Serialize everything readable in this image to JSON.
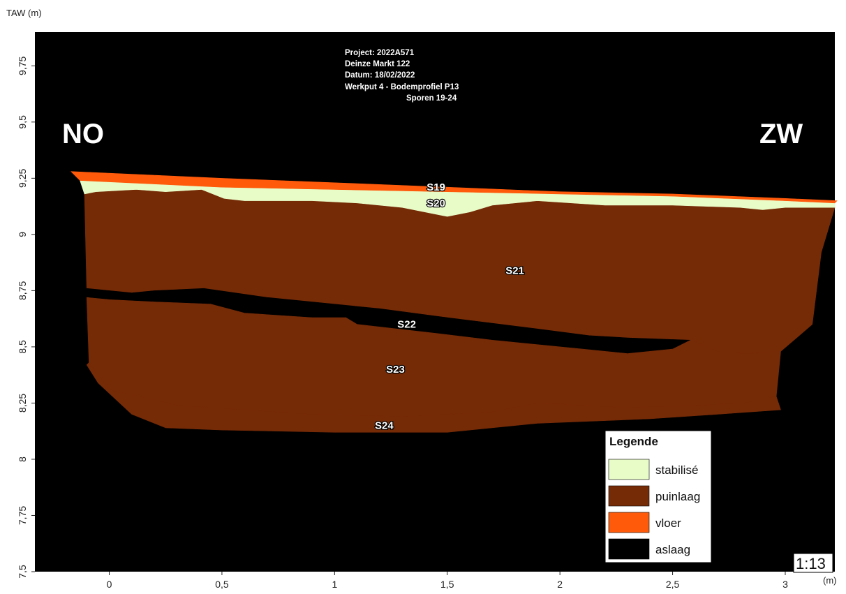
{
  "axes": {
    "y_unit": "TAW (m)",
    "x_unit": "(m)",
    "x_range": [
      -0.33,
      3.22
    ],
    "y_range": [
      7.5,
      9.9
    ],
    "y_ticks": [
      {
        "value": 7.5,
        "label": "7,5"
      },
      {
        "value": 7.75,
        "label": "7,75"
      },
      {
        "value": 8.0,
        "label": "8"
      },
      {
        "value": 8.25,
        "label": "8,25"
      },
      {
        "value": 8.5,
        "label": "8,5"
      },
      {
        "value": 8.75,
        "label": "8,75"
      },
      {
        "value": 9.0,
        "label": "9"
      },
      {
        "value": 9.25,
        "label": "9,25"
      },
      {
        "value": 9.5,
        "label": "9,5"
      },
      {
        "value": 9.75,
        "label": "9,75"
      }
    ],
    "x_ticks": [
      {
        "value": 0,
        "label": "0"
      },
      {
        "value": 0.5,
        "label": "0,5"
      },
      {
        "value": 1.0,
        "label": "1"
      },
      {
        "value": 1.5,
        "label": "1,5"
      },
      {
        "value": 2.0,
        "label": "2"
      },
      {
        "value": 2.5,
        "label": "2,5"
      },
      {
        "value": 3.0,
        "label": "3"
      }
    ]
  },
  "info": {
    "project": "Project: 2022A571",
    "location": "Deinze Markt 122",
    "date": "Datum: 18/02/2022",
    "section": "Werkput 4 - Bodemprofiel P13",
    "features": "Sporen 19-24"
  },
  "orientation": {
    "left": "NO",
    "right": "ZW"
  },
  "scale": "1:13",
  "colors": {
    "background": "#000000",
    "stabilise": "#e8fcc8",
    "puinlaag": "#762b07",
    "vloer": "#ff5a0a",
    "aslaag": "#000000"
  },
  "legend": {
    "title": "Legende",
    "items": [
      {
        "label": "stabilisé",
        "color": "#e8fcc8"
      },
      {
        "label": "puinlaag",
        "color": "#762b07"
      },
      {
        "label": "vloer",
        "color": "#ff5a0a"
      },
      {
        "label": "aslaag",
        "color": "#000000"
      }
    ]
  },
  "chart_data": {
    "type": "area",
    "layers": [
      {
        "name": "S21",
        "legend": "puinlaag",
        "color": "#762b07",
        "points": [
          [
            -0.11,
            9.18
          ],
          [
            -0.06,
            9.19
          ],
          [
            0.12,
            9.2
          ],
          [
            0.25,
            9.19
          ],
          [
            0.41,
            9.2
          ],
          [
            0.51,
            9.16
          ],
          [
            0.6,
            9.15
          ],
          [
            0.9,
            9.15
          ],
          [
            1.1,
            9.14
          ],
          [
            1.3,
            9.12
          ],
          [
            1.5,
            9.08
          ],
          [
            1.6,
            9.1
          ],
          [
            1.7,
            9.13
          ],
          [
            1.9,
            9.15
          ],
          [
            2.2,
            9.13
          ],
          [
            2.5,
            9.13
          ],
          [
            2.8,
            9.12
          ],
          [
            2.9,
            9.11
          ],
          [
            3.0,
            9.12
          ],
          [
            3.22,
            9.12
          ],
          [
            3.16,
            8.92
          ],
          [
            3.12,
            8.6
          ],
          [
            2.98,
            8.48
          ],
          [
            2.83,
            8.47
          ],
          [
            2.7,
            8.48
          ],
          [
            2.58,
            8.53
          ],
          [
            2.3,
            8.54
          ],
          [
            2.13,
            8.55
          ],
          [
            1.9,
            8.58
          ],
          [
            1.5,
            8.63
          ],
          [
            1.2,
            8.67
          ],
          [
            0.7,
            8.72
          ],
          [
            0.42,
            8.76
          ],
          [
            0.2,
            8.75
          ],
          [
            0.1,
            8.74
          ],
          [
            -0.1,
            8.76
          ]
        ]
      },
      {
        "name": "S22",
        "legend": "aslaag",
        "color": "#000000",
        "points": [
          [
            -0.1,
            8.76
          ],
          [
            0.1,
            8.74
          ],
          [
            0.2,
            8.75
          ],
          [
            0.42,
            8.76
          ],
          [
            0.7,
            8.72
          ],
          [
            1.2,
            8.67
          ],
          [
            1.5,
            8.63
          ],
          [
            1.9,
            8.58
          ],
          [
            2.13,
            8.55
          ],
          [
            2.3,
            8.54
          ],
          [
            2.58,
            8.53
          ],
          [
            2.5,
            8.49
          ],
          [
            2.3,
            8.47
          ],
          [
            2.1,
            8.49
          ],
          [
            1.7,
            8.53
          ],
          [
            1.45,
            8.56
          ],
          [
            1.1,
            8.6
          ],
          [
            1.05,
            8.63
          ],
          [
            0.9,
            8.63
          ],
          [
            0.6,
            8.65
          ],
          [
            0.45,
            8.69
          ],
          [
            0.2,
            8.7
          ],
          [
            0.0,
            8.71
          ],
          [
            -0.1,
            8.72
          ]
        ]
      },
      {
        "name": "S23",
        "legend": "puinlaag",
        "color": "#762b07",
        "points": [
          [
            -0.1,
            8.72
          ],
          [
            0.0,
            8.71
          ],
          [
            0.2,
            8.7
          ],
          [
            0.45,
            8.69
          ],
          [
            0.6,
            8.65
          ],
          [
            0.9,
            8.63
          ],
          [
            1.05,
            8.63
          ],
          [
            1.1,
            8.6
          ],
          [
            1.45,
            8.56
          ],
          [
            1.7,
            8.53
          ],
          [
            2.1,
            8.49
          ],
          [
            2.3,
            8.47
          ],
          [
            2.5,
            8.49
          ],
          [
            2.58,
            8.53
          ],
          [
            2.7,
            8.48
          ],
          [
            2.83,
            8.47
          ],
          [
            2.98,
            8.48
          ],
          [
            2.96,
            8.28
          ],
          [
            2.82,
            8.25
          ],
          [
            2.6,
            8.24
          ],
          [
            2.3,
            8.23
          ],
          [
            1.9,
            8.25
          ],
          [
            1.7,
            8.21
          ],
          [
            1.3,
            8.19
          ],
          [
            0.9,
            8.2
          ],
          [
            0.6,
            8.22
          ],
          [
            0.3,
            8.24
          ],
          [
            0.0,
            8.31
          ],
          [
            -0.09,
            8.43
          ]
        ]
      },
      {
        "name": "S24",
        "legend": "puinlaag",
        "color": "#762b07",
        "points": [
          [
            -0.09,
            8.43
          ],
          [
            0.0,
            8.31
          ],
          [
            0.3,
            8.24
          ],
          [
            0.6,
            8.22
          ],
          [
            0.9,
            8.2
          ],
          [
            1.3,
            8.19
          ],
          [
            1.7,
            8.21
          ],
          [
            1.9,
            8.25
          ],
          [
            2.3,
            8.23
          ],
          [
            2.6,
            8.24
          ],
          [
            2.82,
            8.25
          ],
          [
            2.96,
            8.28
          ],
          [
            2.98,
            8.22
          ],
          [
            2.7,
            8.2
          ],
          [
            2.4,
            8.18
          ],
          [
            1.9,
            8.16
          ],
          [
            1.5,
            8.12
          ],
          [
            1.0,
            8.12
          ],
          [
            0.5,
            8.13
          ],
          [
            0.25,
            8.14
          ],
          [
            0.1,
            8.2
          ],
          [
            -0.05,
            8.34
          ],
          [
            -0.1,
            8.42
          ]
        ]
      },
      {
        "name": "S20",
        "legend": "stabilisé",
        "color": "#e8fcc8",
        "points": [
          [
            -0.13,
            9.24
          ],
          [
            0.5,
            9.21
          ],
          [
            1.0,
            9.2
          ],
          [
            1.5,
            9.19
          ],
          [
            2.0,
            9.18
          ],
          [
            2.5,
            9.17
          ],
          [
            3.0,
            9.15
          ],
          [
            3.22,
            9.14
          ],
          [
            3.22,
            9.12
          ],
          [
            3.0,
            9.12
          ],
          [
            2.9,
            9.11
          ],
          [
            2.8,
            9.12
          ],
          [
            2.5,
            9.13
          ],
          [
            2.2,
            9.13
          ],
          [
            1.9,
            9.15
          ],
          [
            1.7,
            9.13
          ],
          [
            1.6,
            9.1
          ],
          [
            1.5,
            9.08
          ],
          [
            1.3,
            9.12
          ],
          [
            1.1,
            9.14
          ],
          [
            0.9,
            9.15
          ],
          [
            0.6,
            9.15
          ],
          [
            0.51,
            9.16
          ],
          [
            0.41,
            9.2
          ],
          [
            0.25,
            9.19
          ],
          [
            0.12,
            9.2
          ],
          [
            -0.06,
            9.19
          ],
          [
            -0.11,
            9.18
          ]
        ]
      },
      {
        "name": "S19",
        "legend": "vloer",
        "color": "#ff5a0a",
        "points": [
          [
            -0.17,
            9.28
          ],
          [
            0.5,
            9.25
          ],
          [
            1.0,
            9.23
          ],
          [
            1.5,
            9.21
          ],
          [
            2.0,
            9.19
          ],
          [
            2.5,
            9.18
          ],
          [
            3.0,
            9.16
          ],
          [
            3.23,
            9.15
          ],
          [
            3.22,
            9.14
          ],
          [
            3.0,
            9.15
          ],
          [
            2.5,
            9.17
          ],
          [
            2.0,
            9.18
          ],
          [
            1.5,
            9.19
          ],
          [
            1.0,
            9.2
          ],
          [
            0.5,
            9.21
          ],
          [
            -0.13,
            9.24
          ]
        ]
      }
    ],
    "labels": [
      {
        "text": "S19",
        "x": 1.45,
        "y": 9.21
      },
      {
        "text": "S20",
        "x": 1.45,
        "y": 9.14
      },
      {
        "text": "S21",
        "x": 1.8,
        "y": 8.84
      },
      {
        "text": "S22",
        "x": 1.32,
        "y": 8.6
      },
      {
        "text": "S23",
        "x": 1.27,
        "y": 8.4
      },
      {
        "text": "S24",
        "x": 1.22,
        "y": 8.15
      }
    ]
  }
}
